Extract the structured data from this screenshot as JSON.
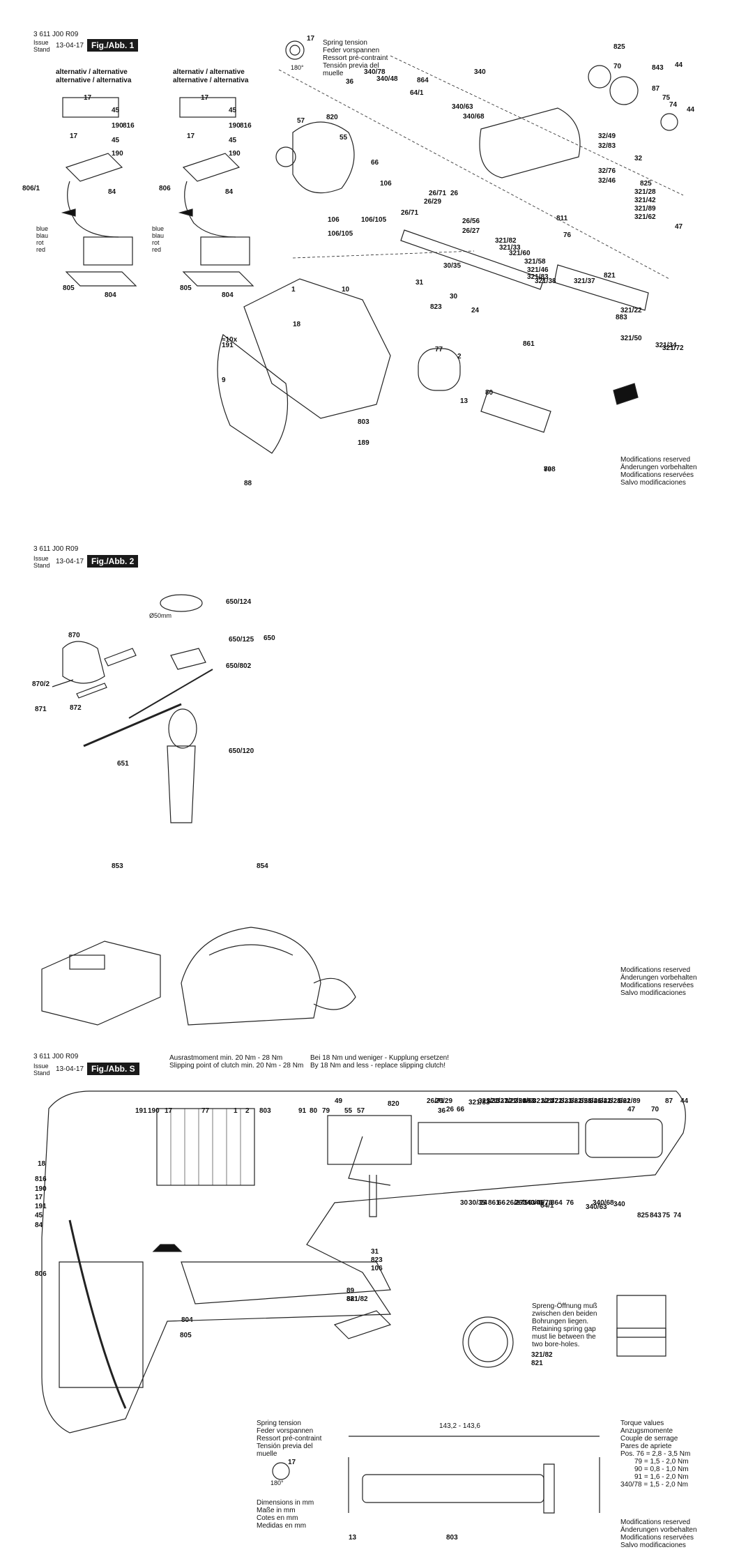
{
  "header": {
    "doc_number": "3 611 J00 R09",
    "issue_label_1": "Issue",
    "issue_label_2": "Stand",
    "issue_date": "13-04-17"
  },
  "figures": {
    "fig1": {
      "tag": "Fig./Abb. 1"
    },
    "fig2": {
      "tag": "Fig./Abb. 2"
    },
    "figS": {
      "tag": "Fig./Abb. S"
    }
  },
  "alternatives": {
    "left": [
      "alternativ / alternative",
      "alternative / alternativa"
    ],
    "right": [
      "alternativ / alternative",
      "alternative / alternativa"
    ]
  },
  "wire_colors": [
    "blue",
    "blau",
    "rot",
    "red"
  ],
  "spring_tension": [
    "Spring tension",
    "Feder vorspannen",
    "Ressort pré-contraint",
    "Tensión previa del",
    "muelle"
  ],
  "spring_degrees": "180°",
  "modifications": [
    "Modifications reserved",
    "Änderungen vorbehalten",
    "Modifications reservées",
    "Salvo modificaciones"
  ],
  "chuck_diameter": "Ø50mm",
  "fig1_labels": [
    "17",
    "45",
    "190",
    "816",
    "17",
    "45",
    "190",
    "806/1",
    "84",
    "805",
    "804",
    "17",
    "45",
    "190",
    "816",
    "17",
    "45",
    "190",
    "806",
    "84",
    "805",
    "804",
    "825",
    "70",
    "843",
    "44",
    "87",
    "75",
    "74",
    "44",
    "340/78",
    "340/48",
    "864",
    "340",
    "64/1",
    "340/63",
    "340/68",
    "32/49",
    "32/83",
    "32",
    "32/76",
    "32/46",
    "36",
    "820",
    "57",
    "55",
    "66",
    "106",
    "106/105",
    "106",
    "106/105",
    "26/71",
    "26/29",
    "26/71",
    "26",
    "26/56",
    "26/27",
    "811",
    "76",
    "321/28",
    "321/42",
    "321/89",
    "321/62",
    "47",
    "825",
    "321/82",
    "321/33",
    "321/60",
    "321/58",
    "321/46",
    "321/83",
    "321/38",
    "321/37",
    "821",
    "30/35",
    "31",
    "30",
    "823",
    "24",
    "861",
    "321/22",
    "883",
    "321/50",
    "321/34",
    "321/72",
    "1",
    "10",
    "18",
    "191",
    "≈10x",
    "9",
    "77",
    "2",
    "80",
    "13",
    "803",
    "189",
    "88",
    "808",
    "79"
  ],
  "fig2_labels": [
    "870",
    "870/2",
    "871",
    "872",
    "651",
    "650/124",
    "650/125",
    "650",
    "650/802",
    "650/120",
    "853",
    "854"
  ],
  "figS_top_labels": [
    "191",
    "190",
    "17",
    "77",
    "1",
    "2",
    "803",
    "91",
    "80",
    "79",
    "49",
    "55",
    "57",
    "820",
    "36",
    "26/71",
    "26/29",
    "26",
    "66",
    "321/83",
    "321/38",
    "321/37",
    "321/22",
    "321/50",
    "321/60",
    "883",
    "321/24",
    "321/72",
    "321/33",
    "321/82",
    "321/58",
    "321/46",
    "321/42",
    "321/28",
    "321/62",
    "321/89",
    "47",
    "70",
    "87",
    "44"
  ],
  "figS_left_labels": [
    "18",
    "816",
    "190",
    "17",
    "191",
    "45",
    "84",
    "806",
    "804",
    "805"
  ],
  "figS_bottom_labels": [
    "825",
    "843",
    "75",
    "74",
    "340",
    "864",
    "64/1",
    "340/68",
    "340/63",
    "76",
    "340/78",
    "340/46",
    "26/56",
    "26/27",
    "66",
    "861",
    "24",
    "30/35",
    "30",
    "31",
    "823",
    "106",
    "89",
    "88",
    "321/82",
    "821"
  ],
  "clutch": {
    "line1": "Ausrastmoment min. 20 Nm - 28 Nm",
    "line2": "Slipping point of clutch min. 20 Nm - 28 Nm",
    "line3": "Bei 18 Nm und weniger - Kupplung ersetzen!",
    "line4": "By 18 Nm and less - replace slipping clutch!"
  },
  "spring_opening": [
    "Spreng-Öffnung muß",
    "zwischen den beiden",
    "Bohrungen liegen.",
    "Retaining spring gap",
    "must lie between the",
    "two bore-holes."
  ],
  "detail_labels": [
    "32",
    "32/46",
    "32/76",
    "32/49",
    "32/83"
  ],
  "armature_dimension": "143,2 - 143,6",
  "armature_labels": [
    "13",
    "803"
  ],
  "dimensions_note": [
    "Dimensions in mm",
    "Maße in mm",
    "Cotes en mm",
    "Medidas en mm"
  ],
  "torque": {
    "title": [
      "Torque values",
      "Anzugsmomente",
      "Couple de serrage",
      "Pares de apriete"
    ],
    "rows": [
      "Pos. 76  = 2,8 - 3,5 Nm",
      "79  = 1,5 - 2,0 Nm",
      "90  = 0,8 - 1,0 Nm",
      "91  = 1,6 - 2,0 Nm",
      "340/78  = 1,5 - 2,0 Nm"
    ]
  },
  "spring_small_label": "17"
}
